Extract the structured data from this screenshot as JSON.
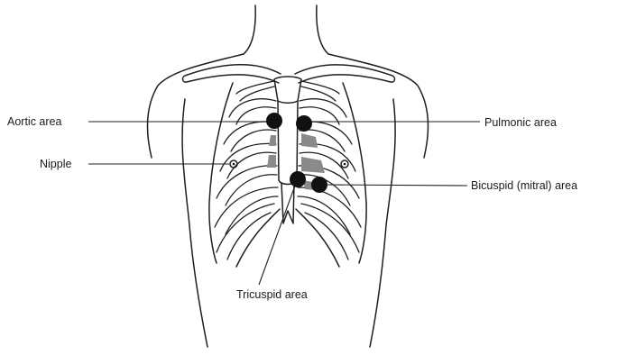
{
  "labels": {
    "aortic": "Aortic area",
    "nipple": "Nipple",
    "tricuspid": "Tricuspid area",
    "pulmonic": "Pulmonic area",
    "bicuspid": "Bicuspid (mitral) area"
  },
  "colors": {
    "line": "#1f1f1f",
    "auscultation_point": "#111111",
    "heart_shading": "#8a8a8a"
  }
}
